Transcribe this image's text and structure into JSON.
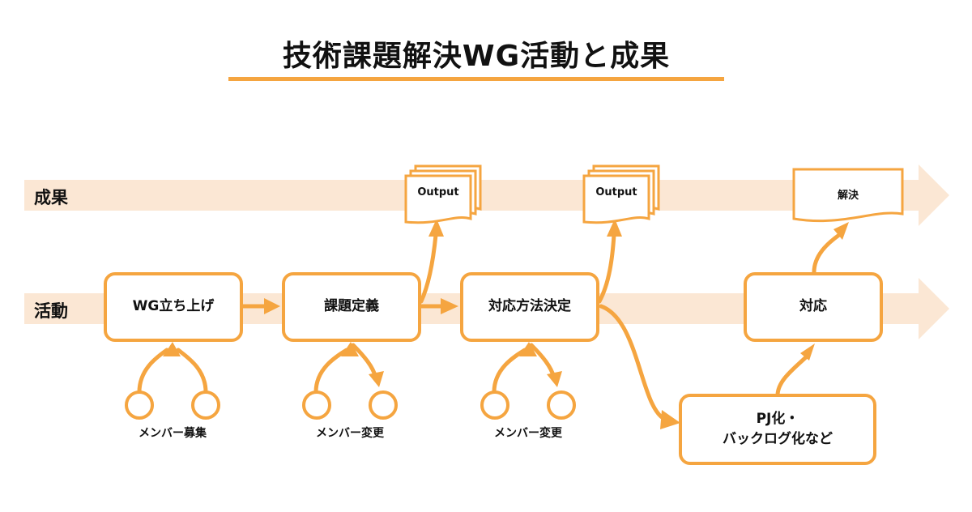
{
  "title": "技術課題解決WG活動と成果",
  "rows": {
    "result": "成果",
    "activity": "活動"
  },
  "steps": [
    {
      "label": "WG立ち上げ"
    },
    {
      "label": "課題定義"
    },
    {
      "label": "対応方法決定"
    },
    {
      "label": "対応"
    }
  ],
  "pj_box": {
    "line1": "PJ化・",
    "line2": "バックログ化など"
  },
  "outputs": [
    "Output",
    "Output"
  ],
  "resolution": "解決",
  "members": [
    "メンバー募集",
    "メンバー変更",
    "メンバー変更"
  ],
  "colors": {
    "accent": "#f5a540",
    "band": "#fbe7d4",
    "text": "#111111"
  }
}
